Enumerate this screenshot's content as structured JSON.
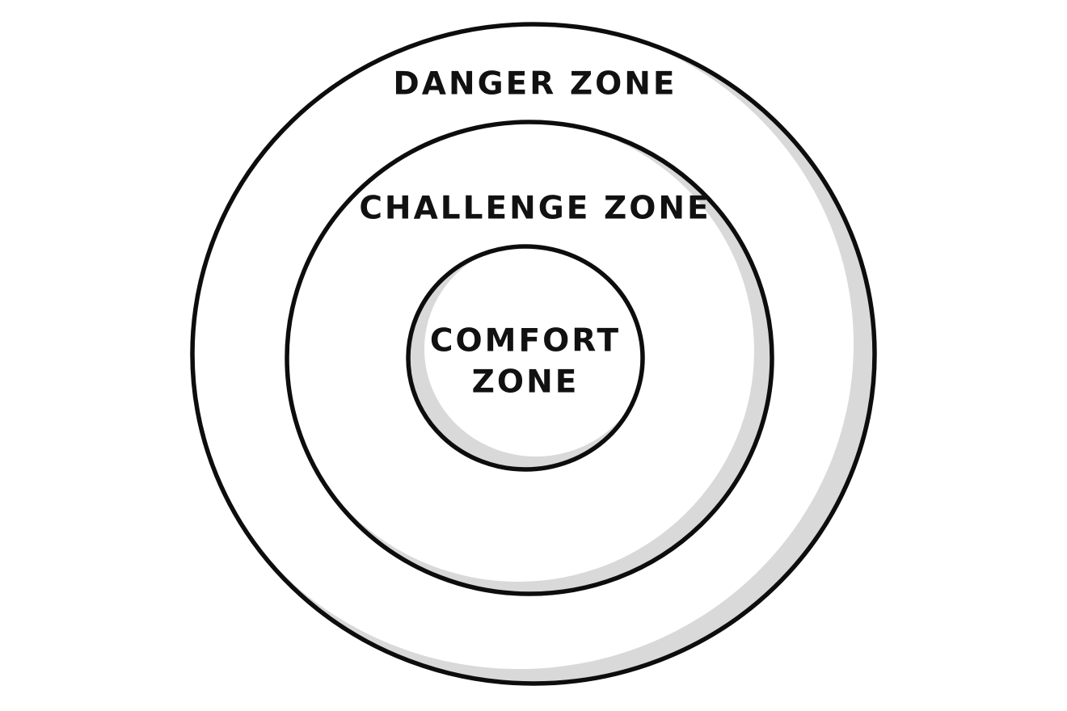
{
  "zones": {
    "outer": {
      "label": "DANGER ZONE"
    },
    "middle": {
      "label": "CHALLENGE ZONE"
    },
    "inner": {
      "label_line1": "COMFORT",
      "label_line2": "ZONE"
    }
  },
  "colors": {
    "stroke": "#0d0d0d",
    "shading": "#d9d9d9",
    "background": "#ffffff"
  }
}
